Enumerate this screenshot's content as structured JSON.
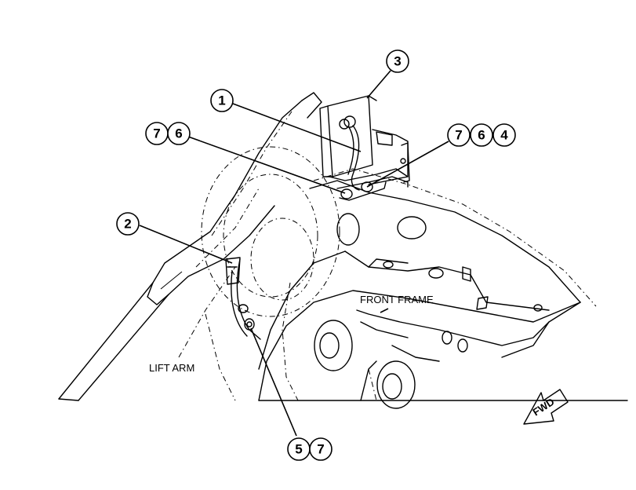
{
  "labels": {
    "front_frame": "FRONT FRAME",
    "lift_arm": "LIFT ARM",
    "fwd": "FWD"
  },
  "callouts": [
    {
      "id": "c1",
      "numbers": [
        "1"
      ]
    },
    {
      "id": "c2",
      "numbers": [
        "2"
      ]
    },
    {
      "id": "c3",
      "numbers": [
        "3"
      ]
    },
    {
      "id": "c764",
      "numbers": [
        "7",
        "6",
        "4"
      ]
    },
    {
      "id": "c76",
      "numbers": [
        "7",
        "6"
      ]
    },
    {
      "id": "c57",
      "numbers": [
        "5",
        "7"
      ]
    }
  ]
}
